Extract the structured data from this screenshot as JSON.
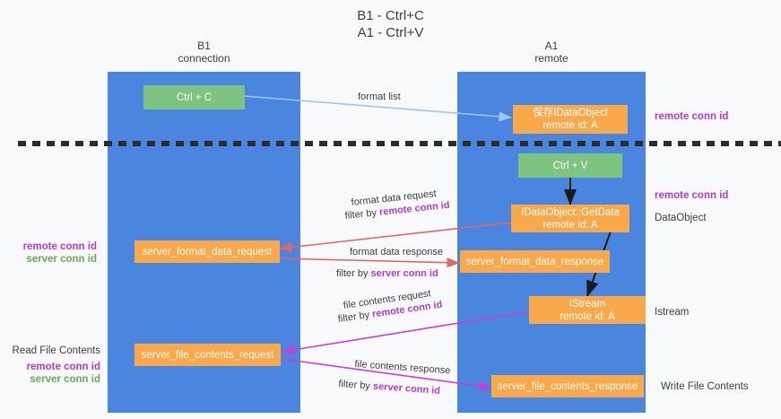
{
  "title": {
    "line1": "B1 - Ctrl+C",
    "line2": "A1 - Ctrl+V"
  },
  "lanes": [
    {
      "id": "b1",
      "name": "B1",
      "sub": "connection"
    },
    {
      "id": "a1",
      "name": "A1",
      "sub": "remote"
    }
  ],
  "boxes": {
    "ctrl_c": {
      "label": "Ctrl + C"
    },
    "ctrl_v": {
      "label": "Ctrl + V"
    },
    "idataobject": {
      "line1": "保存IDataObject",
      "line2": "remote id: A"
    },
    "getdata": {
      "line1": "IDataObject::GetData",
      "line2": "remote id: A"
    },
    "istream": {
      "line1": "IStream",
      "line2": "remote id: A"
    },
    "server_format_data_request": {
      "label": "server_format_data_request"
    },
    "server_format_data_response": {
      "label": "server_format_data_response"
    },
    "server_file_contents_request": {
      "label": "server_file_contents_request"
    },
    "server_file_contents_response": {
      "label": "server_file_contents_response"
    }
  },
  "edges": {
    "format_list": {
      "label": "format list"
    },
    "format_data_request": {
      "label": "format data request"
    },
    "format_data_request_filter": {
      "prefix": "filter by ",
      "highlight": "remote conn id"
    },
    "format_data_response": {
      "label": "format data response"
    },
    "format_data_response_filter": {
      "prefix": "filter by ",
      "highlight": "server conn id"
    },
    "file_contents_request": {
      "label": "file contents request"
    },
    "file_contents_request_filter": {
      "prefix": "filter by ",
      "highlight": "remote conn id"
    },
    "file_contents_response": {
      "label": "file contents response"
    },
    "file_contents_response_filter": {
      "prefix": "filter by ",
      "highlight": "server conn id"
    }
  },
  "annotations": {
    "right_top_conn": "remote conn id",
    "right_mid_conn": "remote conn id",
    "right_dataobject": "DataObject",
    "right_istream": "Istream",
    "right_write_file": "Write File Contents",
    "left_remote_conn": "remote conn id",
    "left_server_conn": "server conn id",
    "left_read_file": "Read File Contents",
    "left_remote_conn2": "remote conn id",
    "left_server_conn2": "server conn id"
  },
  "colors": {
    "lane": "#4a86e0",
    "green_box": "#7cc47f",
    "orange_box": "#f9a94a",
    "purple": "#b03bd6",
    "green_text": "#6aa84f",
    "blue_arrow": "#9fc5f0",
    "red_arrow": "#e06666",
    "magenta_arrow": "#c63fd6",
    "black_arrow": "#1a1a1a",
    "background": "#f8f9fa"
  }
}
